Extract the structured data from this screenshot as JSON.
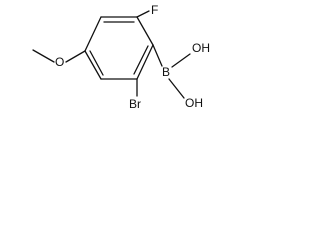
{
  "molecule": {
    "atoms": {
      "fluorine": "F",
      "bromine": "Br",
      "boron": "B",
      "hydroxyl_top": "OH",
      "hydroxyl_bottom": "OH",
      "ether_oxygen": "O"
    }
  }
}
